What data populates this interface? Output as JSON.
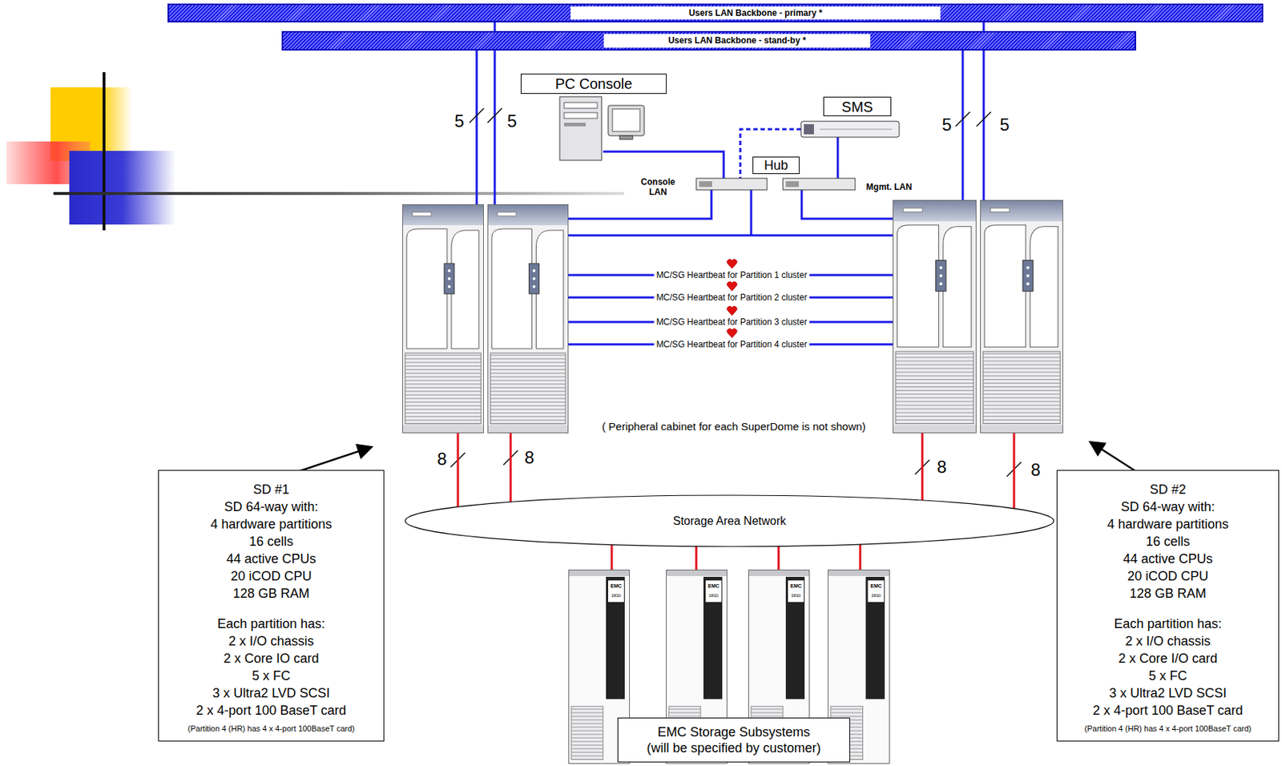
{
  "diagram": {
    "nodes": [
      {
        "text": [
          "Users LAN Backbone - primary *"
        ]
      },
      {
        "text": [
          "Users LAN Backbone - stand-by *"
        ]
      },
      {
        "text": [
          "PC Console"
        ]
      },
      {
        "text": [
          "SMS"
        ]
      },
      {
        "text": [
          "Hub"
        ]
      },
      {
        "text": [
          "SD #1",
          "SD 64-way with:",
          "4 hardware partitions",
          "16 cells",
          "44 active CPUs",
          "20 iCOD CPU",
          "128 GB RAM",
          "Each partition has:",
          "2 x I/O chassis",
          "2 x Core IO card",
          "5 x FC",
          "3 x Ultra2 LVD SCSI",
          "2 x 4-port 100 BaseT card",
          "(Partition 4 (HR) has 4 x 4-port 100BaseT card)"
        ]
      },
      {
        "text": [
          "SD #2",
          "SD 64-way with:",
          "4 hardware partitions",
          "16 cells",
          "44 active CPUs",
          "20 iCOD CPU",
          "128 GB RAM",
          "Each partition has:",
          "2 x I/O chassis",
          "2 x Core I/O card",
          "5 x FC",
          "3 x Ultra2 LVD SCSI",
          "2 x 4-port 100 BaseT card",
          "(Partition 4 (HR) has 4 x 4-port 100BaseT card)"
        ]
      },
      {
        "text": [
          "Storage Area Network"
        ]
      },
      {
        "text": [
          "EMC Storage Subsystems",
          "(will be specified by customer)"
        ]
      }
    ],
    "labels": [
      "5",
      "5",
      "5",
      "5",
      "Console LAN",
      "Mgmt. LAN",
      "MC/SG Heartbeat for Partition 1 cluster",
      "MC/SG Heartbeat for Partition 2 cluster",
      "MC/SG Heartbeat for Partition 3 cluster",
      "MC/SG Heartbeat for Partition 4 cluster",
      "( Peripheral cabinet for each SuperDome is not shown)",
      "8",
      "8",
      "8",
      "8",
      "EMC",
      "3830",
      "EMC",
      "3830",
      "EMC",
      "3830",
      "EMC",
      "3830"
    ]
  }
}
